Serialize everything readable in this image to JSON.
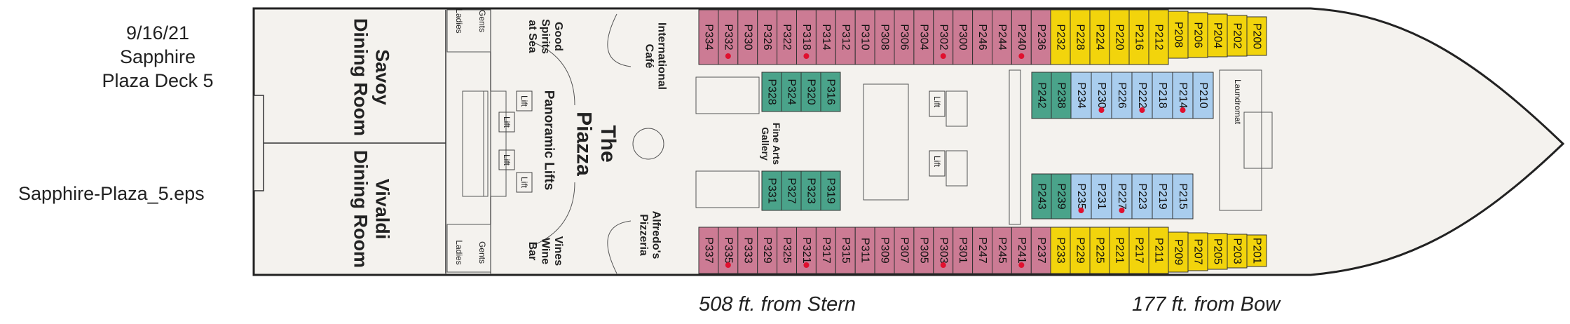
{
  "header": {
    "date": "9/16/21",
    "ship": "Sapphire",
    "deck": "Plaza Deck 5",
    "file": "Sapphire-Plaza_5.eps"
  },
  "distances": {
    "stern": "508 ft.  from Stern",
    "bow": "177 ft.  from Bow"
  },
  "colors": {
    "pink": "#cc7b94",
    "yellow": "#f2d40c",
    "teal": "#4aa38a",
    "blue": "#a9cdee",
    "dot": "#e0102f",
    "floor": "#f4f2ee"
  },
  "venues": {
    "savoy": [
      "Savoy",
      "Dining Room"
    ],
    "vivaldi": [
      "Vivaldi",
      "Dining Room"
    ],
    "piazza": [
      "The",
      "Piazza"
    ],
    "panoramic": "Panoramic Lifts",
    "good_spirits": [
      "Good",
      "Spirits",
      "at Sea"
    ],
    "vines": [
      "Vines",
      "Wine",
      "Bar"
    ],
    "intl_cafe": [
      "International",
      "Café"
    ],
    "alfredos": [
      "Alfredo's",
      "Pizzeria"
    ],
    "fine_arts": [
      "Fine Arts",
      "Gallery"
    ],
    "laundromat": "Laundromat",
    "ladies": "Ladies",
    "gents": "Gents",
    "lift": "Lift"
  },
  "cabins": {
    "top_pink": [
      {
        "n": "P334",
        "dot": false
      },
      {
        "n": "P332",
        "dot": true
      },
      {
        "n": "P330",
        "dot": false
      },
      {
        "n": "P326",
        "dot": false
      },
      {
        "n": "P322",
        "dot": false
      },
      {
        "n": "P318",
        "dot": true
      },
      {
        "n": "P314",
        "dot": false
      },
      {
        "n": "P312",
        "dot": false
      },
      {
        "n": "P310",
        "dot": false
      },
      {
        "n": "P308",
        "dot": false
      },
      {
        "n": "P306",
        "dot": false
      },
      {
        "n": "P304",
        "dot": false
      },
      {
        "n": "P302",
        "dot": true
      },
      {
        "n": "P300",
        "dot": false
      },
      {
        "n": "P246",
        "dot": false
      },
      {
        "n": "P244",
        "dot": false
      },
      {
        "n": "P240",
        "dot": true
      },
      {
        "n": "P236",
        "dot": false
      }
    ],
    "top_yellow": [
      "P232",
      "P228",
      "P224",
      "P220",
      "P216",
      "P212",
      "P208",
      "P206",
      "P204",
      "P202",
      "P200"
    ],
    "bottom_pink": [
      {
        "n": "P337",
        "dot": false
      },
      {
        "n": "P335",
        "dot": true
      },
      {
        "n": "P333",
        "dot": false
      },
      {
        "n": "P329",
        "dot": false
      },
      {
        "n": "P325",
        "dot": false
      },
      {
        "n": "P321",
        "dot": true
      },
      {
        "n": "P317",
        "dot": false
      },
      {
        "n": "P315",
        "dot": false
      },
      {
        "n": "P311",
        "dot": false
      },
      {
        "n": "P309",
        "dot": false
      },
      {
        "n": "P307",
        "dot": false
      },
      {
        "n": "P305",
        "dot": false
      },
      {
        "n": "P303",
        "dot": true
      },
      {
        "n": "P301",
        "dot": false
      },
      {
        "n": "P247",
        "dot": false
      },
      {
        "n": "P245",
        "dot": false
      },
      {
        "n": "P241",
        "dot": true
      },
      {
        "n": "P237",
        "dot": false
      }
    ],
    "bottom_yellow": [
      "P233",
      "P229",
      "P225",
      "P221",
      "P217",
      "P211",
      "P209",
      "P207",
      "P205",
      "P203",
      "P201"
    ],
    "inner_top_teal_a": [
      "P328",
      "P324",
      "P320",
      "P316"
    ],
    "inner_bottom_teal_a": [
      "P331",
      "P327",
      "P323",
      "P319"
    ],
    "inner_top_teal_b": [
      "P242",
      "P238"
    ],
    "inner_top_blue": [
      {
        "n": "P234",
        "dot": false
      },
      {
        "n": "P230",
        "dot": true
      },
      {
        "n": "P226",
        "dot": false
      },
      {
        "n": "P222",
        "dot": true
      },
      {
        "n": "P218",
        "dot": false
      },
      {
        "n": "P214",
        "dot": true
      },
      {
        "n": "P210",
        "dot": false
      }
    ],
    "inner_bottom_teal_b": [
      "P243",
      "P239"
    ],
    "inner_bottom_blue": [
      {
        "n": "P235",
        "dot": true
      },
      {
        "n": "P231",
        "dot": false
      },
      {
        "n": "P227",
        "dot": true
      },
      {
        "n": "P223",
        "dot": false
      },
      {
        "n": "P219",
        "dot": false
      },
      {
        "n": "P215",
        "dot": false
      }
    ]
  }
}
